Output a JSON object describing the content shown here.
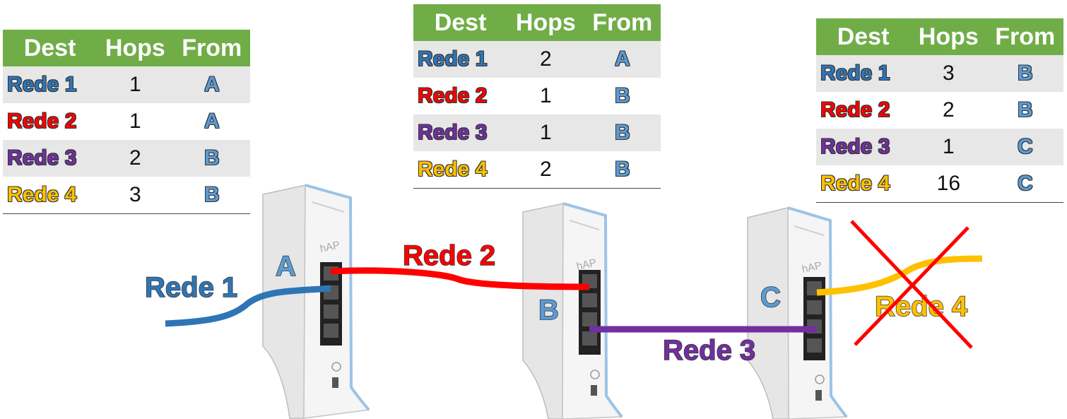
{
  "colors": {
    "rede1": "#2e75b6",
    "rede2": "#ff0000",
    "rede3": "#7030a0",
    "rede4": "#ffc000",
    "router_letter": "#5b9bd5",
    "header_green": "#70ad47"
  },
  "headers": {
    "dest": "Dest",
    "hops": "Hops",
    "from": "From"
  },
  "tables": [
    {
      "router": "A",
      "rows": [
        {
          "dest": "Rede 1",
          "hops": "1",
          "from": "A"
        },
        {
          "dest": "Rede 2",
          "hops": "1",
          "from": "A"
        },
        {
          "dest": "Rede 3",
          "hops": "2",
          "from": "B"
        },
        {
          "dest": "Rede 4",
          "hops": "3",
          "from": "B"
        }
      ]
    },
    {
      "router": "B",
      "rows": [
        {
          "dest": "Rede 1",
          "hops": "2",
          "from": "A"
        },
        {
          "dest": "Rede 2",
          "hops": "1",
          "from": "B"
        },
        {
          "dest": "Rede 3",
          "hops": "1",
          "from": "B"
        },
        {
          "dest": "Rede 4",
          "hops": "2",
          "from": "B"
        }
      ]
    },
    {
      "router": "C",
      "rows": [
        {
          "dest": "Rede 1",
          "hops": "3",
          "from": "B"
        },
        {
          "dest": "Rede 2",
          "hops": "2",
          "from": "B"
        },
        {
          "dest": "Rede 3",
          "hops": "1",
          "from": "C"
        },
        {
          "dest": "Rede 4",
          "hops": "16",
          "from": "C"
        }
      ]
    }
  ],
  "routers": [
    {
      "letter": "A",
      "brand": "hAP"
    },
    {
      "letter": "B",
      "brand": "hAP"
    },
    {
      "letter": "C",
      "brand": "hAP"
    }
  ],
  "links": {
    "rede1": "Rede 1",
    "rede2": "Rede 2",
    "rede3": "Rede 3",
    "rede4": "Rede 4"
  },
  "icons": {
    "failed_link": "red-x-icon"
  }
}
